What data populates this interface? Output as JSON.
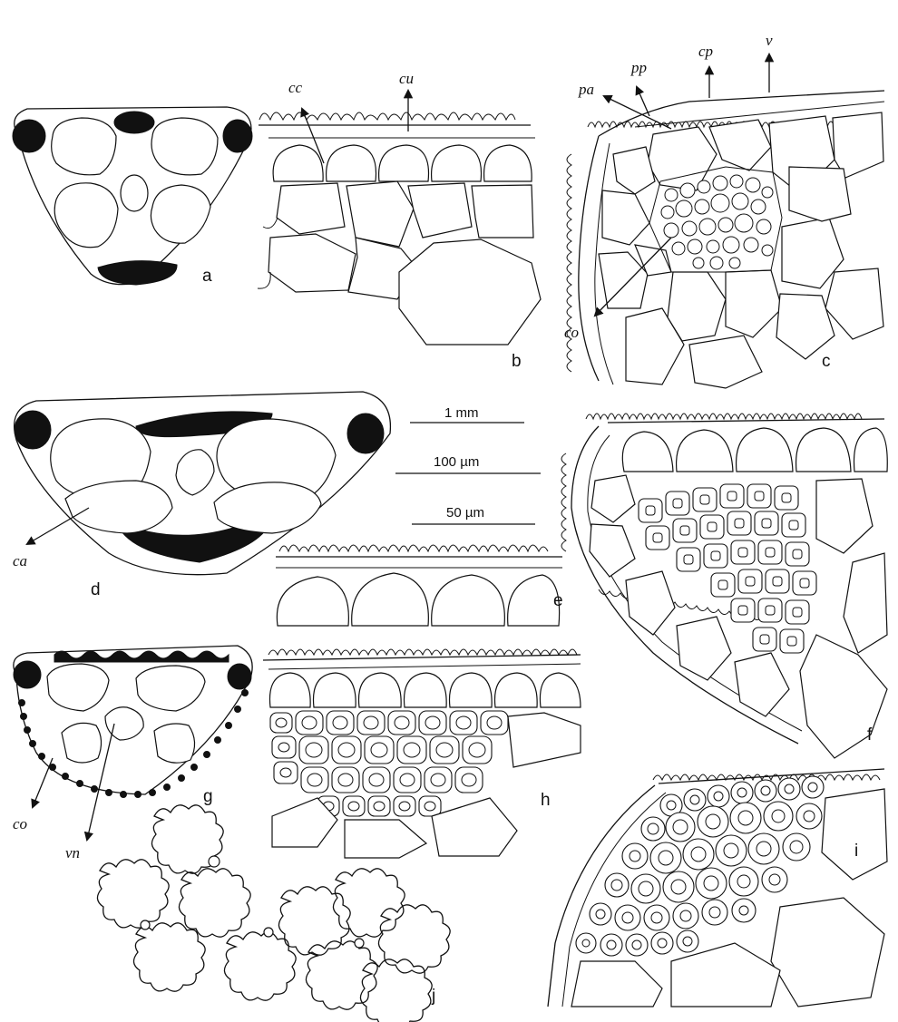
{
  "panels": [
    "a",
    "b",
    "c",
    "d",
    "e",
    "f",
    "g",
    "h",
    "i",
    "j"
  ],
  "annotations": {
    "cc": "cc",
    "cu": "cu",
    "pp": "pp",
    "cp": "cp",
    "v": "v",
    "pa": "pa",
    "co_c": "co",
    "ca": "ca",
    "co_g": "co",
    "vn": "vn"
  },
  "scale_bars": [
    "1 mm",
    "100 µm",
    "50 µm"
  ],
  "colors": {
    "ink": "#111111",
    "paper": "#ffffff"
  }
}
